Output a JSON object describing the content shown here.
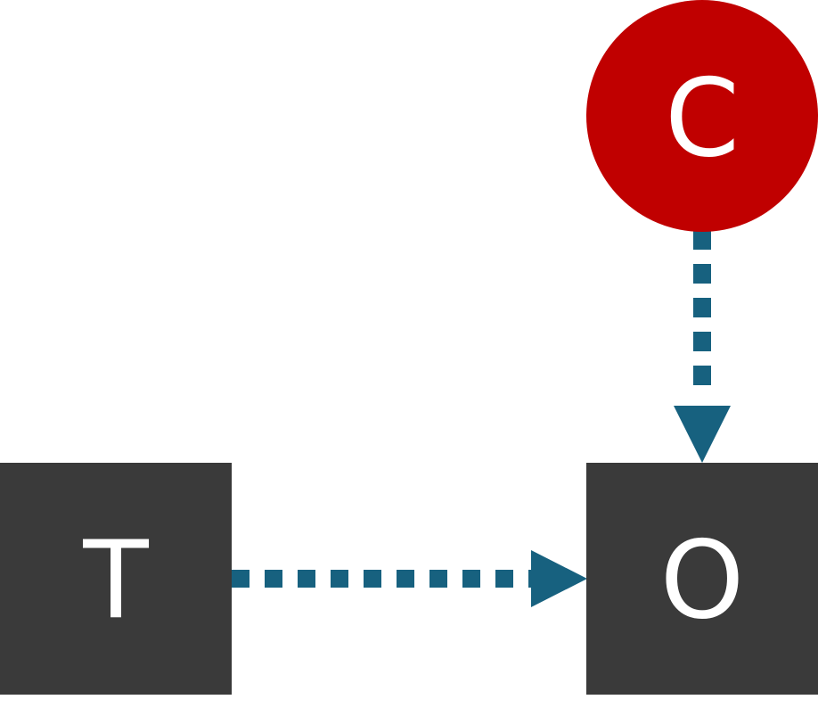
{
  "diagram": {
    "nodes": {
      "treatment": {
        "label": "T",
        "shape": "square",
        "color": "#3a3a3a"
      },
      "outcome": {
        "label": "O",
        "shape": "square",
        "color": "#3a3a3a"
      },
      "confounder": {
        "label": "C",
        "shape": "circle",
        "color": "#c00000"
      }
    },
    "edges": [
      {
        "from": "T",
        "to": "O",
        "style": "dashed",
        "color": "#17617f"
      },
      {
        "from": "C",
        "to": "O",
        "style": "dashed",
        "color": "#17617f"
      }
    ]
  }
}
